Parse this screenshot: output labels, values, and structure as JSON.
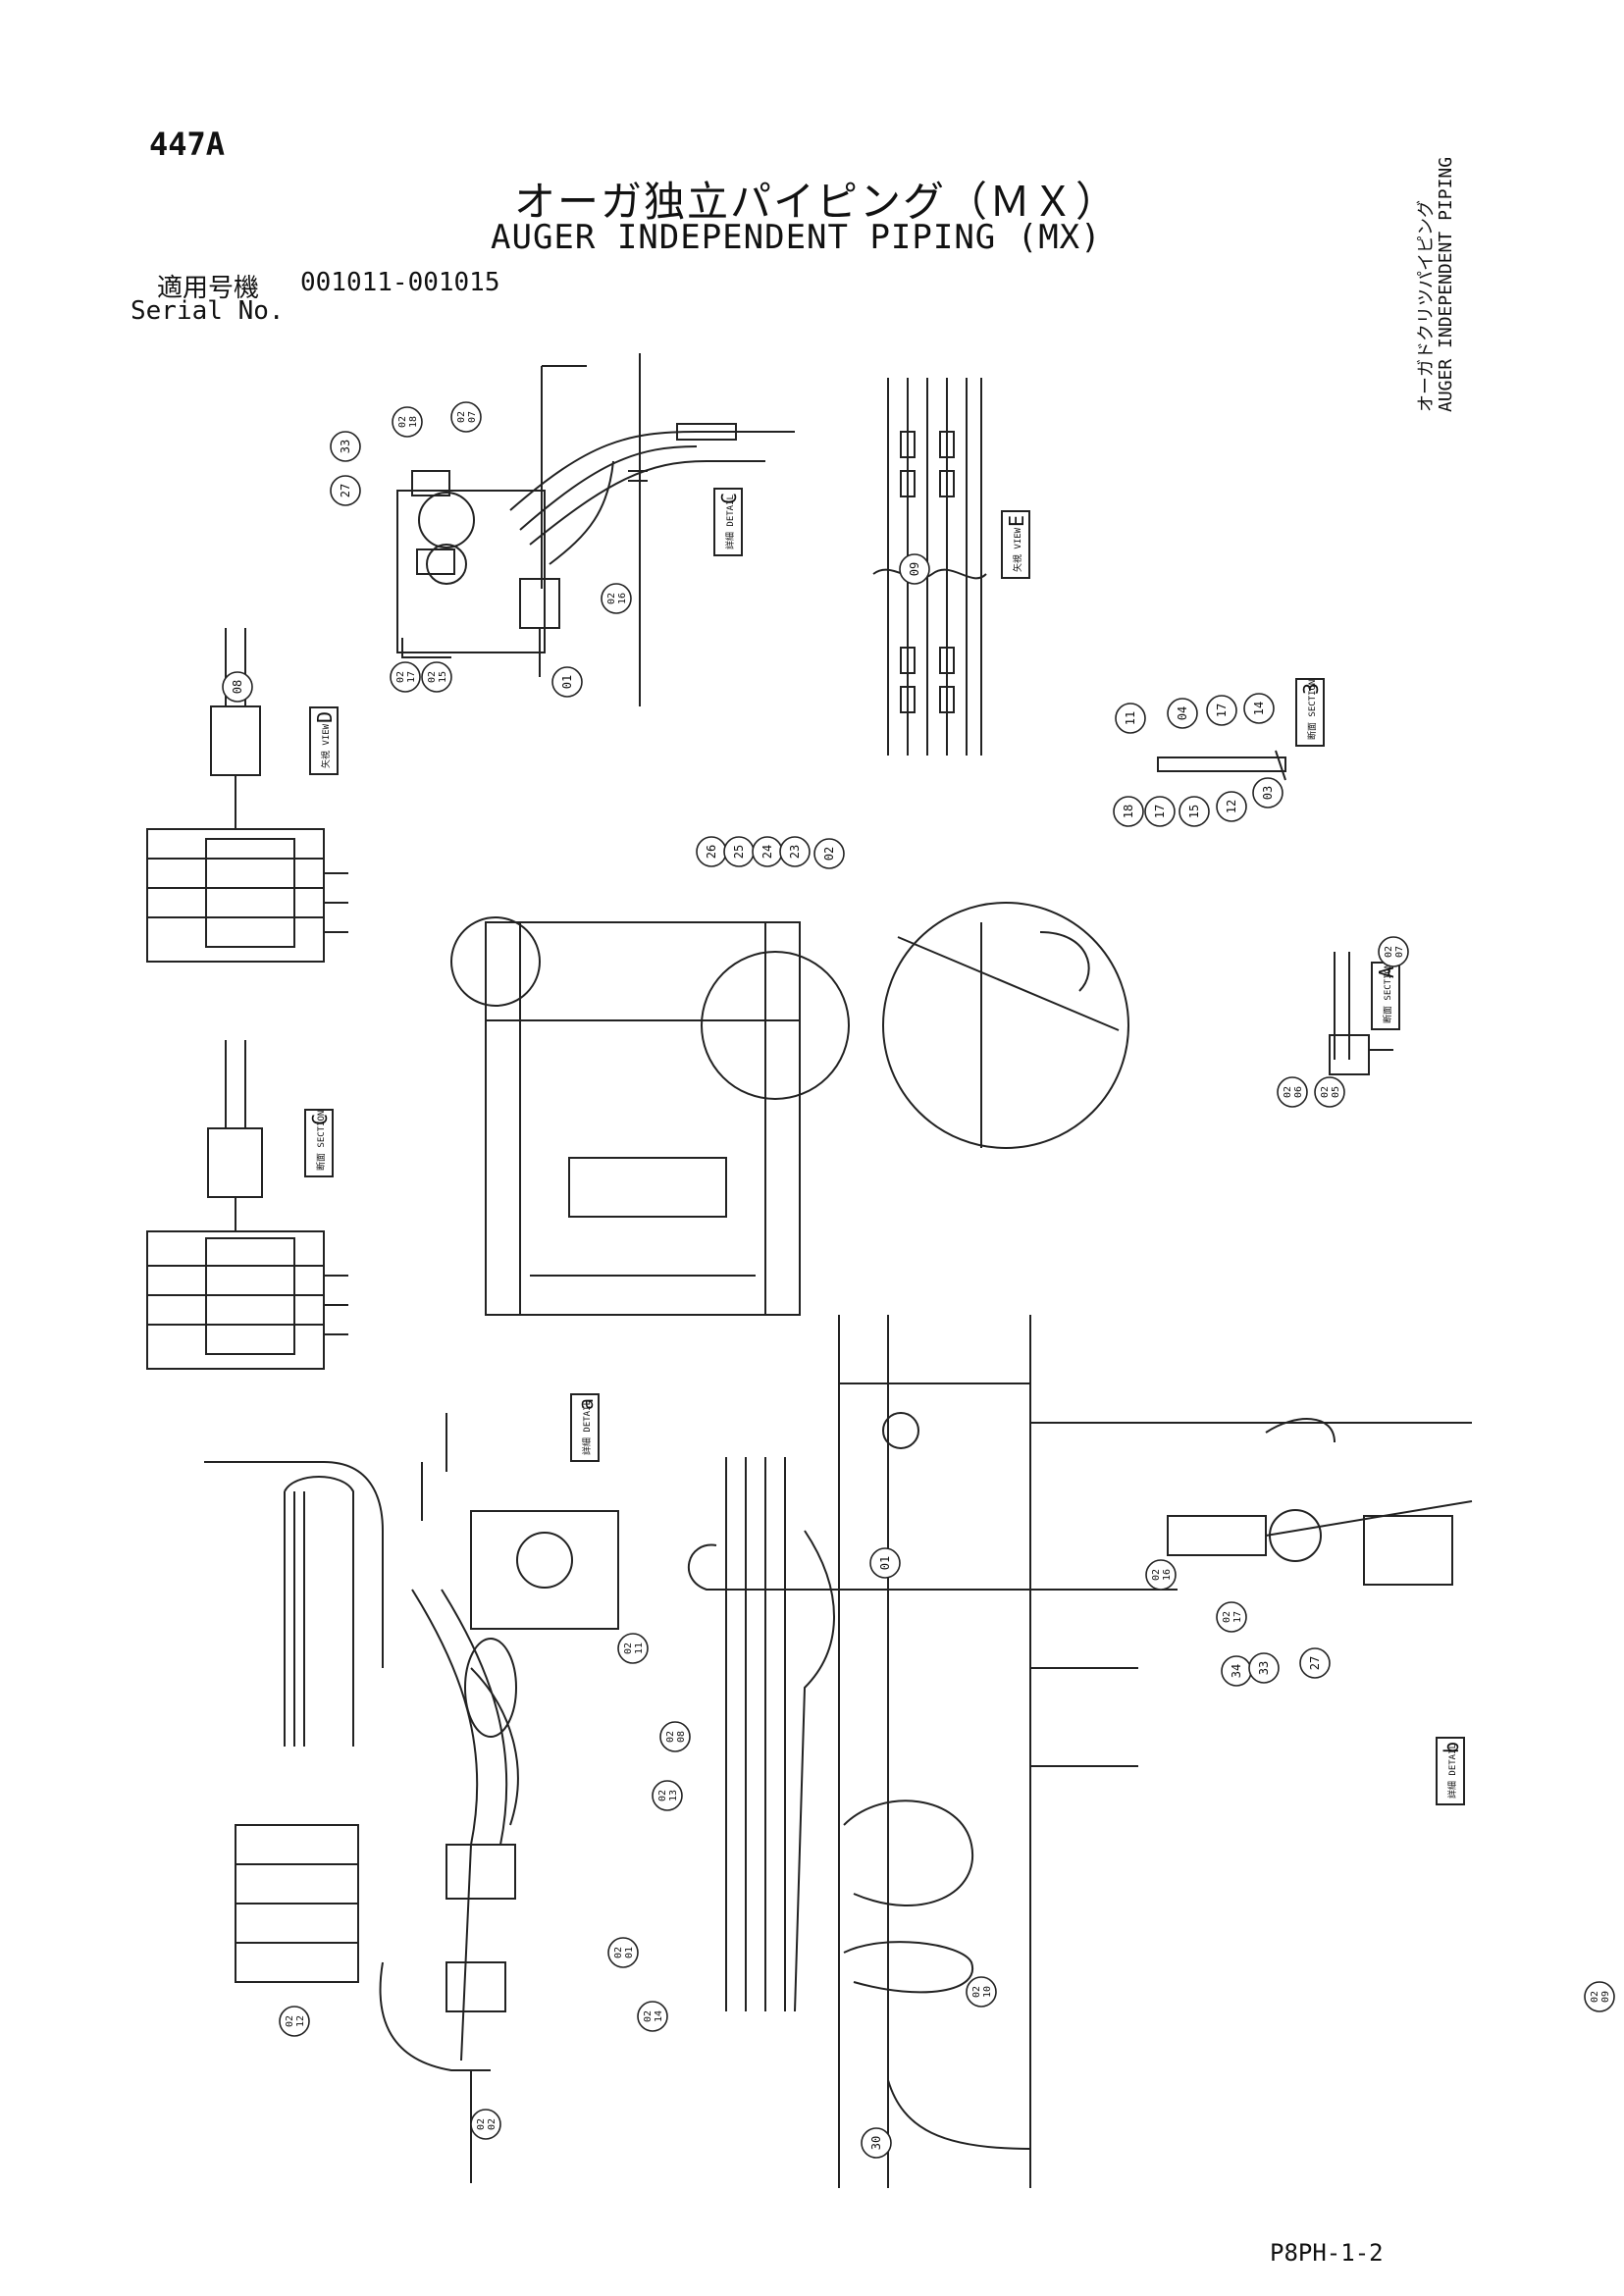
{
  "page_id": "447A",
  "title_ja": "オーガ独立パイピング（ＭＸ）",
  "title_en": "AUGER INDEPENDENT PIPING (MX)",
  "serial": {
    "label_ja": "適用号機",
    "label_en": "Serial No.",
    "range": "001011-001015"
  },
  "side_caption": {
    "ja": "オーガドクリツパイピング",
    "en": "AUGER INDEPENDENT PIPING"
  },
  "views": [
    {
      "id": "C",
      "label": "詳細 DETAIL"
    },
    {
      "id": "E",
      "label": "矢視 VIEW"
    },
    {
      "id": "D",
      "label": "矢視 VIEW"
    },
    {
      "id": "3",
      "label": "断面 SECTION"
    },
    {
      "id": "C",
      "label": "断面 SECTION"
    },
    {
      "id": "A",
      "label": "断面 SECTION"
    },
    {
      "id": "a",
      "label": "詳細 DETAIL"
    },
    {
      "id": "b",
      "label": "詳細 DETAIL"
    }
  ],
  "callouts": [
    {
      "id": "c-33",
      "label": "33"
    },
    {
      "id": "c-27a",
      "label": "27"
    },
    {
      "id": "c-0218",
      "label": "02\n18"
    },
    {
      "id": "c-0207",
      "label": "02\n07"
    },
    {
      "id": "c-0216a",
      "label": "02\n16"
    },
    {
      "id": "c-0217a",
      "label": "02\n17"
    },
    {
      "id": "c-0215",
      "label": "02\n15"
    },
    {
      "id": "c-01a",
      "label": "01"
    },
    {
      "id": "c-09",
      "label": "09"
    },
    {
      "id": "c-08",
      "label": "08"
    },
    {
      "id": "c-11",
      "label": "11"
    },
    {
      "id": "c-04",
      "label": "04"
    },
    {
      "id": "c-17a",
      "label": "17"
    },
    {
      "id": "c-14",
      "label": "14"
    },
    {
      "id": "c-18",
      "label": "18"
    },
    {
      "id": "c-17b",
      "label": "17"
    },
    {
      "id": "c-15",
      "label": "15"
    },
    {
      "id": "c-12",
      "label": "12"
    },
    {
      "id": "c-03",
      "label": "03"
    },
    {
      "id": "c-26",
      "label": "26"
    },
    {
      "id": "c-25",
      "label": "25"
    },
    {
      "id": "c-24",
      "label": "24"
    },
    {
      "id": "c-23",
      "label": "23"
    },
    {
      "id": "c-02",
      "label": "02"
    },
    {
      "id": "c-0207b",
      "label": "02\n07"
    },
    {
      "id": "c-0206",
      "label": "02\n06"
    },
    {
      "id": "c-0205",
      "label": "02\n05"
    },
    {
      "id": "c-0211",
      "label": "02\n11"
    },
    {
      "id": "c-0208",
      "label": "02\n08"
    },
    {
      "id": "c-0213",
      "label": "02\n13"
    },
    {
      "id": "c-0201",
      "label": "02\n01"
    },
    {
      "id": "c-0209",
      "label": "02\n09"
    },
    {
      "id": "c-0214",
      "label": "02\n14"
    },
    {
      "id": "c-0212",
      "label": "02\n12"
    },
    {
      "id": "c-0202",
      "label": "02\n02"
    },
    {
      "id": "c-01b",
      "label": "01"
    },
    {
      "id": "c-0216b",
      "label": "02\n16"
    },
    {
      "id": "c-0217b",
      "label": "02\n17"
    },
    {
      "id": "c-34",
      "label": "34"
    },
    {
      "id": "c-33b",
      "label": "33"
    },
    {
      "id": "c-27b",
      "label": "27"
    },
    {
      "id": "c-0210",
      "label": "02\n10"
    },
    {
      "id": "c-30",
      "label": "30"
    }
  ],
  "doc_code": "P8PH-1-2"
}
